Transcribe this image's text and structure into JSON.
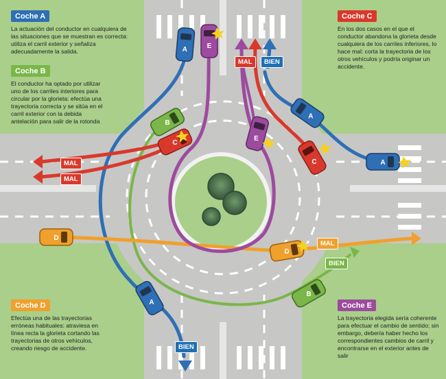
{
  "colors": {
    "grass": "#a9cf8a",
    "road": "#c7c7c5",
    "car_a": "#2f6fb5",
    "car_b": "#7ab648",
    "car_c": "#d9392c",
    "car_d": "#f0a02c",
    "car_e": "#9c4b9e",
    "mal": "#d9392c",
    "bien": "#1f6fb2"
  },
  "cars": {
    "a": "A",
    "b": "B",
    "c": "C",
    "d": "D",
    "e": "E"
  },
  "panels": {
    "a": {
      "title": "Coche A",
      "text": "La actuación del conductor en cualquiera de las situaciones que se muestran es correcta: utiliza el carril exterior y señaliza adecuadamente la salida."
    },
    "b": {
      "title": "Coche B",
      "text": "El conductor ha optado por utilizar uno de los carriles interiores para circular por la glorieta: efectúa una trayectoria correcta y se sitúa en el carril exterior con la debida antelación para salir de la rotonda"
    },
    "c": {
      "title": "Coche C",
      "text": "En los dos casos en el que el conductor abandona la glorieta desde cualquiera de los carriles inferiores, lo hace mal: corta la trayectoria de los otros vehículos y podría originar un accidente."
    },
    "d": {
      "title": "Coche D",
      "text": "Efectúa una de las trayectorias erróneas habituales: atraviesa en línea recta la glorieta cortando las trayectorias de otros vehículos, creando riesgo de accidente."
    },
    "e": {
      "title": "Coche E",
      "text": "La trayectoria elegida sería coherente para efectuar el cambio de sentido; sin embargo, debería haber hecho los correspondientes cambios de carril y encontrarse en el exterior antes de salir"
    }
  },
  "labels": {
    "mal": "MAL",
    "bien": "BIEN"
  }
}
